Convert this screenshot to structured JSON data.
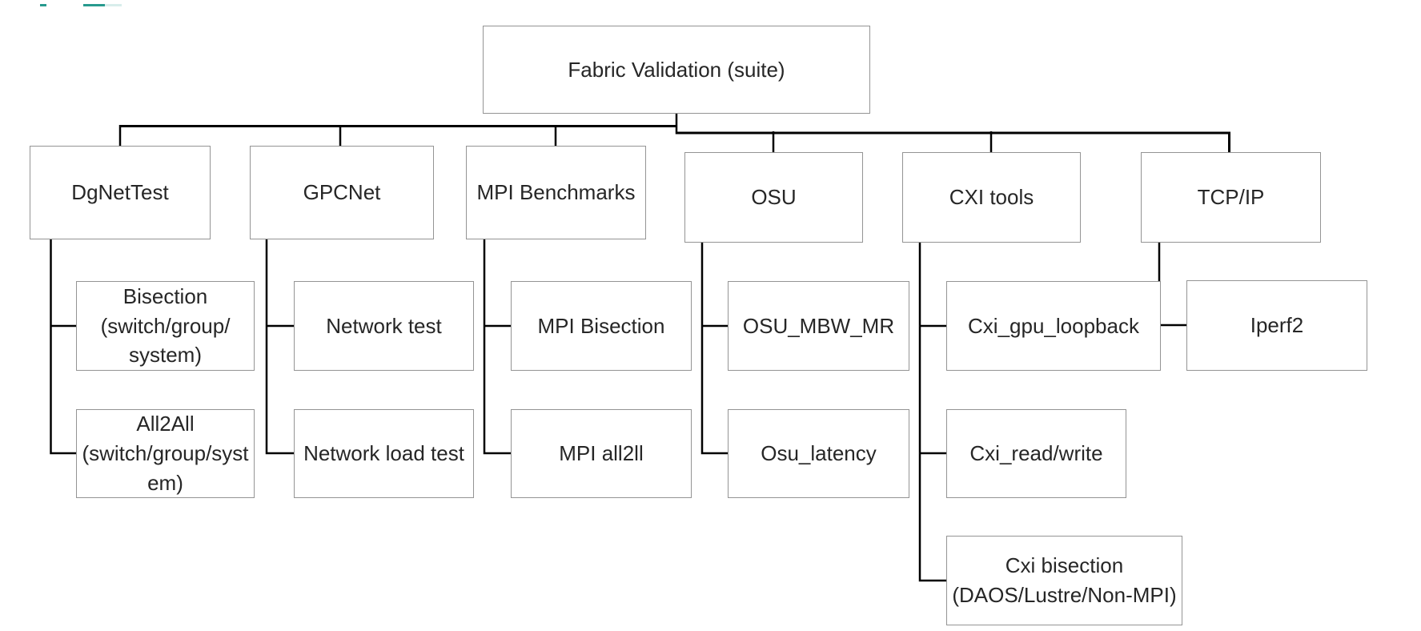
{
  "canvas": {
    "background": "#ffffff",
    "node_border_color": "#949494",
    "connector_color": "#000000",
    "text_color": "#262626",
    "accent_teal": "#279a8e"
  },
  "root": {
    "label": "Fabric Validation (suite)"
  },
  "groups": [
    {
      "parent": {
        "label": "DgNetTest"
      },
      "children": [
        {
          "label": "Bisection\n(switch/group/\nsystem)"
        },
        {
          "label": "All2All\n(switch/group/syst\nem)"
        }
      ]
    },
    {
      "parent": {
        "label": "GPCNet"
      },
      "children": [
        {
          "label": "Network test"
        },
        {
          "label": "Network load test"
        }
      ]
    },
    {
      "parent": {
        "label": "MPI Benchmarks"
      },
      "children": [
        {
          "label": "MPI Bisection"
        },
        {
          "label": "MPI all2ll"
        }
      ]
    },
    {
      "parent": {
        "label": "OSU"
      },
      "children": [
        {
          "label": "OSU_MBW_MR"
        },
        {
          "label": "Osu_latency"
        }
      ]
    },
    {
      "parent": {
        "label": "CXI tools"
      },
      "children": [
        {
          "label": "Cxi_gpu_loopback"
        },
        {
          "label": "Cxi_read/write"
        },
        {
          "label": "Cxi bisection\n(DAOS/Lustre/Non-MPI)"
        }
      ]
    },
    {
      "parent": {
        "label": "TCP/IP"
      },
      "children": [
        {
          "label": "Iperf2"
        }
      ]
    }
  ]
}
